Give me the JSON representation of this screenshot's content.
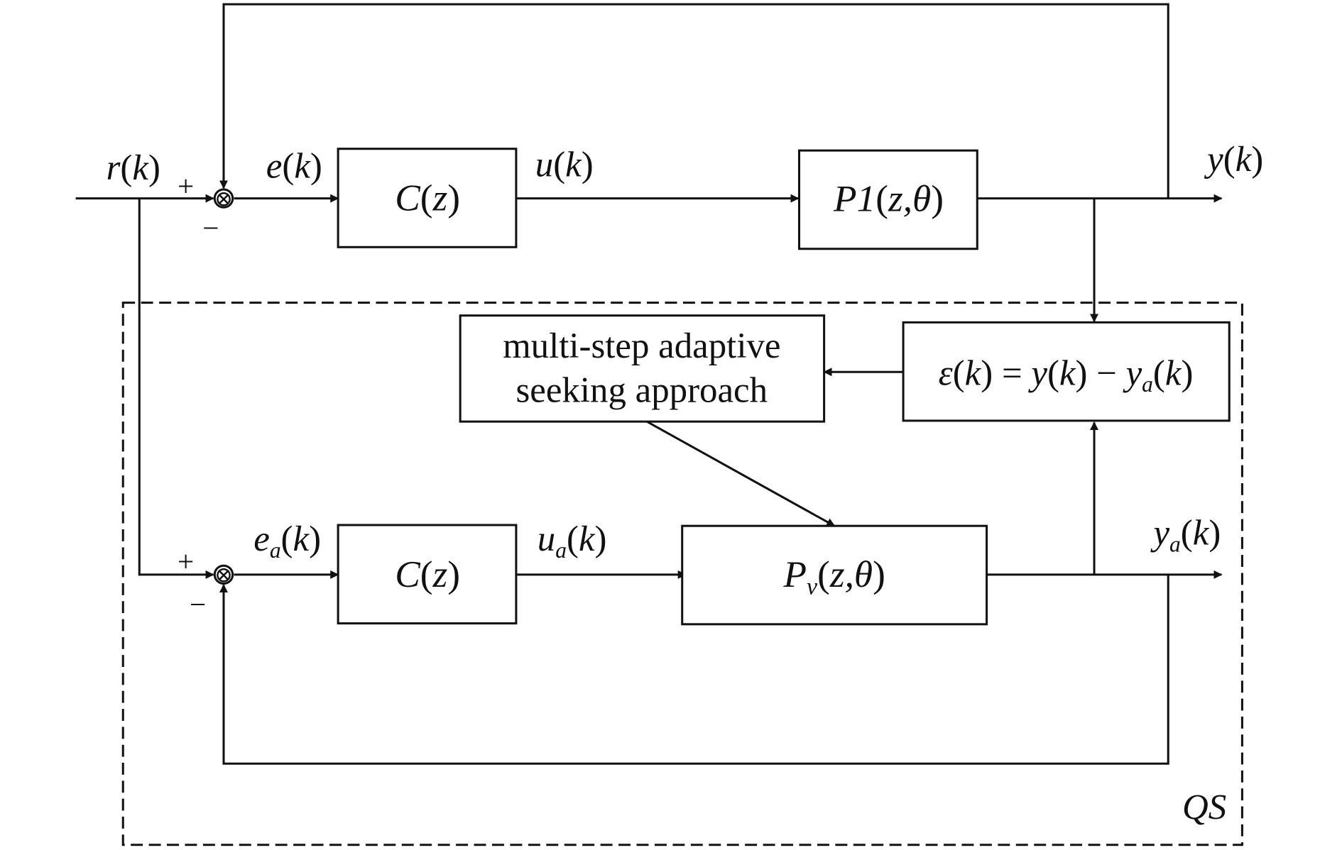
{
  "colors": {
    "stroke": "#111111",
    "background": "#ffffff"
  },
  "signals": {
    "r": {
      "base": "r",
      "arg": "k"
    },
    "e": {
      "base": "e",
      "arg": "k"
    },
    "u": {
      "base": "u",
      "arg": "k"
    },
    "y": {
      "base": "y",
      "arg": "k"
    },
    "ea": {
      "base": "e",
      "sub": "a",
      "arg": "k"
    },
    "ua": {
      "base": "u",
      "sub": "a",
      "arg": "k"
    },
    "ya": {
      "base": "y",
      "sub": "a",
      "arg": "k"
    }
  },
  "signs": {
    "plus": "+",
    "minus": "−"
  },
  "summing_junction_symbol": "⊗",
  "blocks": {
    "controller_top": {
      "name": "C",
      "arg": "z"
    },
    "plant": {
      "name": "P1",
      "args": "z,θ"
    },
    "seeking": {
      "line1": "multi-step adaptive",
      "line2": "seeking approach"
    },
    "error": {
      "eps": "ε",
      "k": "k",
      "eq": " = ",
      "y": "y",
      "minus": " − ",
      "ya_base": "y",
      "ya_sub": "a"
    },
    "controller_bottom": {
      "name": "C",
      "arg": "z"
    },
    "virtual_plant": {
      "name": "P",
      "sub": "v",
      "args": "z,θ"
    }
  },
  "region_label": "QS"
}
